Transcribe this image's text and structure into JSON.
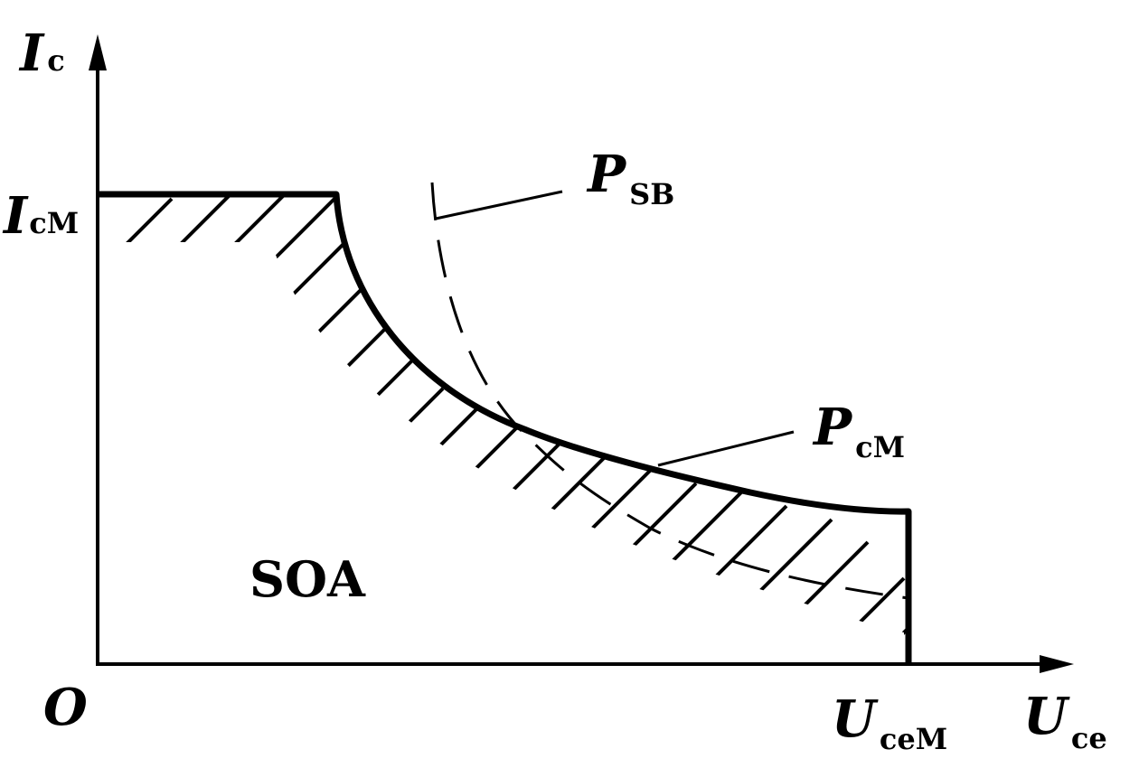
{
  "axes": {
    "y_label": {
      "main": "I",
      "sub": "c"
    },
    "x_label": {
      "main": "U",
      "sub": "ce"
    },
    "origin": "O"
  },
  "markers": {
    "icm": {
      "main": "I",
      "sub": "cM"
    },
    "ucem": {
      "main": "U",
      "sub": "ceM"
    }
  },
  "curves": {
    "psb": {
      "main": "P",
      "sub": "SB"
    },
    "pcm": {
      "main": "P",
      "sub": "cM"
    }
  },
  "region": {
    "label": "SOA"
  },
  "colors": {
    "ink": "#000000",
    "background": "#ffffff"
  }
}
